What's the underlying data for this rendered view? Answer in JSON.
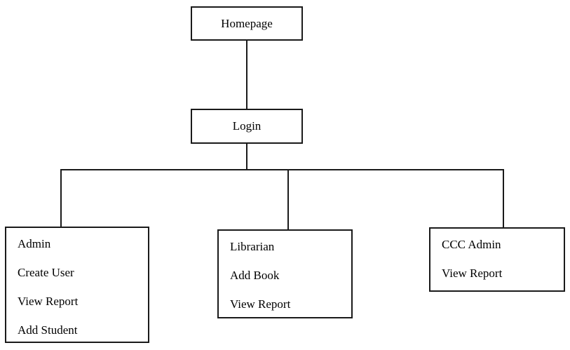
{
  "diagram": {
    "colors": {
      "background": "#ffffff",
      "line": "#1a1a1a",
      "border": "#1a1a1a",
      "text": "#000000"
    },
    "nodes": {
      "homepage": {
        "label": "Homepage"
      },
      "login": {
        "label": "Login"
      },
      "admin": {
        "lines": [
          "Admin",
          "Create User",
          "View Report",
          "Add Student"
        ]
      },
      "librarian": {
        "lines": [
          "Librarian",
          "Add Book",
          "View Report"
        ]
      },
      "ccc_admin": {
        "lines": [
          "CCC Admin",
          "View Report"
        ]
      }
    }
  }
}
